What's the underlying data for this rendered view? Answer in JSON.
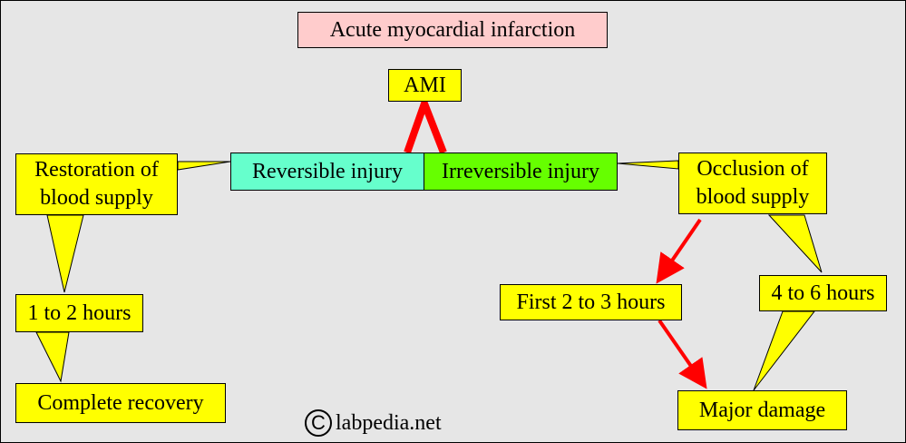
{
  "title": "Acute myocardial infarction",
  "nodes": {
    "ami": "AMI",
    "reversible": "Reversible injury",
    "irreversible": "Irreversible injury",
    "restoration": [
      "Restoration of",
      "blood supply"
    ],
    "occlusion": [
      "Occlusion of",
      "blood supply"
    ],
    "one_to_two": "1 to 2 hours",
    "complete_recovery": "Complete recovery",
    "first_two_three": "First 2 to 3 hours",
    "four_to_six": "4 to 6 hours",
    "major_damage": "Major damage"
  },
  "watermark": {
    "symbol": "C",
    "text": "labpedia.net"
  },
  "colors": {
    "background": "#e6e6e6",
    "callout": "#ffff00",
    "title_box": "#ffcccc",
    "reversible": "#66ffcc",
    "irreversible": "#66ff00",
    "arrow": "#ff0000"
  }
}
